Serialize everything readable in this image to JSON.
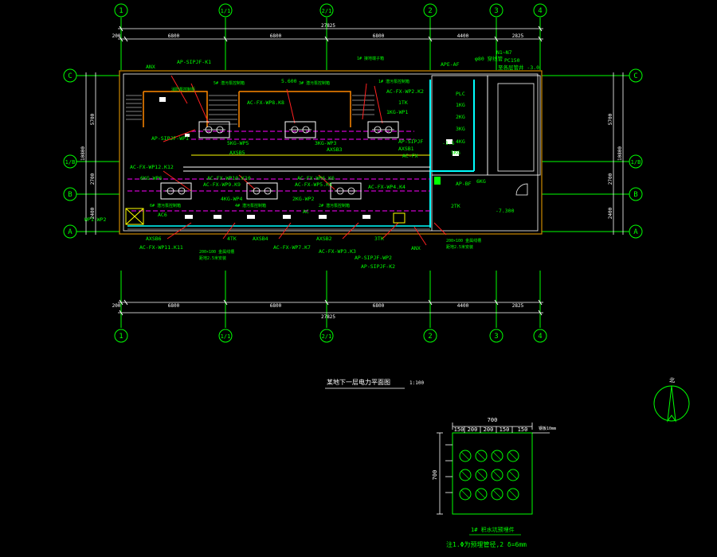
{
  "colors": {
    "background": "#000000",
    "axis": "#00ff00",
    "dimension": "#ffffff",
    "wall": "#ffffff",
    "cable_main": "#00ffff",
    "cable_sub": "#ff00ff",
    "label": "#00ff00",
    "leader": "#ff0000",
    "orange": "#ff8800",
    "yellow": "#ffff00"
  },
  "grid": {
    "columns": [
      "1",
      "1/1",
      "2/1",
      "2",
      "3",
      "4"
    ],
    "rows": [
      "C",
      "1/B",
      "B",
      "A"
    ]
  },
  "dimensions": {
    "top_segments": [
      "200",
      "6800",
      "6800",
      "6800",
      "4400",
      "2825"
    ],
    "top_total": "27825",
    "bottom_segments": [
      "200",
      "6800",
      "6800",
      "6800",
      "4400",
      "2825"
    ],
    "bottom_total": "27825",
    "left_segments": [
      "5700",
      "2700",
      "2400"
    ],
    "left_total": "10800",
    "right_segments": [
      "5700",
      "2700",
      "2400"
    ],
    "right_total": "10800"
  },
  "plan": {
    "title": "某地下一层电力平面图",
    "scale": "1:100"
  },
  "labels": {
    "anx_top": "ANX",
    "ap_sip_k1": "AP-SIPJF-K1",
    "ape_af": "APE-AF",
    "n1_n7": "N1~N7",
    "note_top_right": "φ80 穿线管",
    "note_pc150": "PC150",
    "note_top_right2": "至各层管井 -3.0",
    "b_elev": "5.600",
    "ac_fx_wp8": "AC-FX-WP8.K8",
    "ac_fx_wp2": "AC-FX-WP2.K2",
    "tk1": "1TK",
    "kg1_wp1": "1KG-WP1",
    "ap_sip_wp1": "AP-SIPJF-WP1",
    "ap_sip_f": "AP-SIPJF",
    "axsb1": "AXSB1",
    "ac_fx": "AC-FX",
    "plc": "PLC",
    "kg1": "1KG",
    "kg2": "2KG",
    "kg3": "3KG",
    "kg4": "4KG",
    "kg5": "5KG",
    "kg6": "6KG",
    "ap_bf": "AP-BF",
    "tk2": "2TK",
    "tk3": "3TK",
    "tk4": "4TK",
    "elev_neg": "-7.300",
    "elev_neg15": "-1.5",
    "ac_fx_wp12": "AC-FX-WP12.K12",
    "ac_fx_wp10": "AC-FX-WP10.K10",
    "ac_fx_wp9": "AC-FX-WP9.K9",
    "ac_fx_wp6": "AC-FX-WP6.K6",
    "ac_fx_wp5": "AC-FX-WP5.K5",
    "ac_fx_wp4": "AC-FX-WP4.K4",
    "kg5_wp": "5KG-WP5",
    "kg3_wp": "3KG-WP3",
    "kg4_wp": "4KG-WP4",
    "kg2_wp": "2KG-WP2",
    "kg6_wp": "6KG-WP6",
    "axsb5": "AXSB5",
    "axsb3": "AXSB3",
    "axsb6": "AXSB6",
    "axsb4": "AXSB4",
    "axsb2": "AXSB2",
    "ac_fx_wp11": "AC-FX-WP11.K11",
    "ac_fx_wp7": "AC-FX-WP7.K7",
    "ac_fx_wp3": "AC-FX-WP3.K3",
    "ap_sip_wp2": "AP-SIPJF-WP2",
    "ap_sip_k2": "AP-SIPJF-K2",
    "anx_bottom": "ANX",
    "wp_left": "WP1.WP2",
    "ac6": "AC6",
    "ac_b": "AC",
    "tray_note": "200×100 金属线槽",
    "tray_note2": "距地2.5米安装",
    "pump_note": "5# 潜污泵控制箱",
    "pump_note2": "3# 潜污泵控制箱",
    "pump_note3": "1# 潜污泵控制箱",
    "pump_note4": "6# 潜污泵控制箱",
    "pump_note5": "4# 潜污泵控制箱",
    "pump_note6": "2# 潜污泵控制箱",
    "fire_note": "消防泵控制柜",
    "note_center": "1# 接地端子箱",
    "tray_right": "200×100 金属线槽",
    "tray_right2": "距地2.5米安装"
  },
  "detail": {
    "top_width": "700",
    "segments": [
      "150",
      "200",
      "200",
      "150"
    ],
    "side_height": "700",
    "side_note": "钢板10mm",
    "title": "1# 积水坑预埋件",
    "note": "注1.Φ为预埋管径,2 δ=6mm"
  },
  "north": {
    "label": "北"
  }
}
